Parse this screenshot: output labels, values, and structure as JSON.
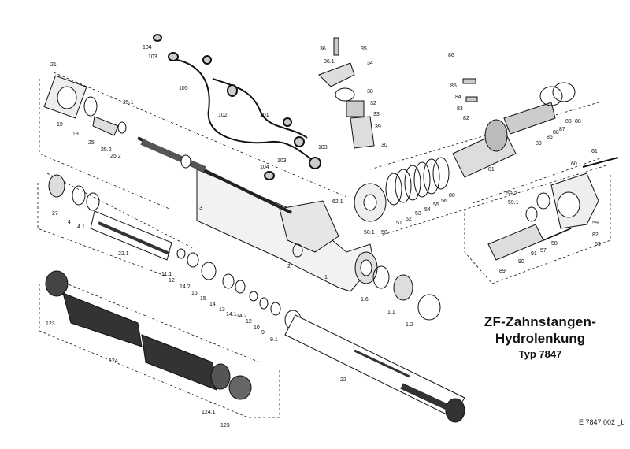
{
  "title": {
    "line1": "ZF-Zahnstangen-",
    "line2": "Hydrolenkung",
    "line3": "Typ 7847"
  },
  "drawing_code": "E  7847.002 _b",
  "part_labels": [
    "21",
    "19",
    "18",
    "25",
    "25.1",
    "25.2",
    "25.2",
    "3",
    "2",
    "1",
    "1.6",
    "1.1",
    "1.2",
    "27",
    "4",
    "4.1",
    "22.1",
    "11.1",
    "12",
    "14.2",
    "16",
    "15",
    "14",
    "13",
    "14.1",
    "14.2",
    "12",
    "10",
    "9",
    "9.1",
    "123",
    "124",
    "124.1",
    "123",
    "22",
    "104",
    "103",
    "105",
    "102",
    "101",
    "103",
    "104",
    "103",
    "36",
    "36.1",
    "35",
    "34",
    "38",
    "32",
    "33",
    "39",
    "30",
    "62.1",
    "50.1",
    "50",
    "51",
    "52",
    "53",
    "54",
    "55",
    "56",
    "80",
    "81",
    "86",
    "85",
    "84",
    "83",
    "82",
    "89",
    "88",
    "87",
    "86",
    "88",
    "88",
    "61",
    "60",
    "59.2",
    "59.1",
    "59",
    "82",
    "63",
    "58",
    "57",
    "91",
    "90",
    "89"
  ]
}
